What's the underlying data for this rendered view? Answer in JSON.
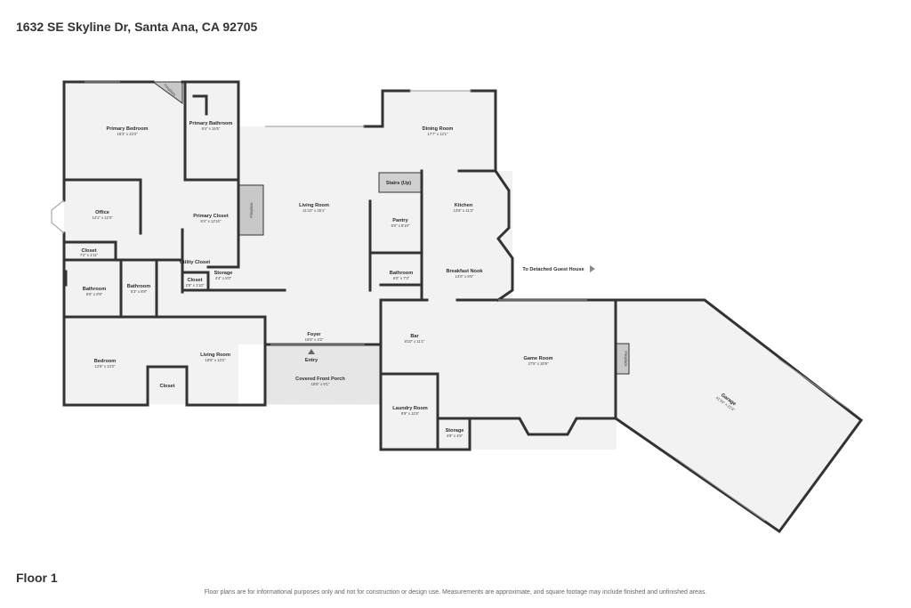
{
  "header": {
    "address": "1632 SE Skyline Dr, Santa Ana, CA 92705"
  },
  "footer": {
    "floor_label": "Floor 1",
    "disclaimer": "Floor plans are for informational purposes only and not for construction or design use. Measurements are approximate, and square footage may include finished and unfinished areas."
  },
  "colors": {
    "wall": "#333333",
    "floor": "#f2f2f2",
    "porch": "#e6e6e6",
    "fireplace": "#c8c8c8"
  },
  "rooms": {
    "primary_bedroom": {
      "name": "Primary Bedroom",
      "dims": "18'3\" x 23'3\""
    },
    "primary_bathroom": {
      "name": "Primary Bathroom",
      "dims": "8'4\" x 15'5\""
    },
    "office": {
      "name": "Office",
      "dims": "14'1\" x 12'3\""
    },
    "primary_closet": {
      "name": "Primary Closet",
      "dims": "8'4\" x 12'10\""
    },
    "closet_office": {
      "name": "Closet",
      "dims": "7'2\" x 1'11\""
    },
    "utility_closet": {
      "name": "Utility Closet",
      "dims": ""
    },
    "closet_small": {
      "name": "Closet",
      "dims": "2'8\" x 1'10\""
    },
    "storage_west": {
      "name": "Storage",
      "dims": "4'4\" x 5'0\""
    },
    "bathroom_west": {
      "name": "Bathroom",
      "dims": "8'6\" x 8'9\""
    },
    "bathroom_mid": {
      "name": "Bathroom",
      "dims": "5'3\" x 8'8\""
    },
    "bedroom": {
      "name": "Bedroom",
      "dims": "12'8\" x 13'2\""
    },
    "living_room_west": {
      "name": "Living Room",
      "dims": "18'8\" x 13'2\""
    },
    "closet_bedroom": {
      "name": "Closet",
      "dims": ""
    },
    "living_room": {
      "name": "Living Room",
      "dims": "21'10\" x 25'1\""
    },
    "foyer": {
      "name": "Foyer",
      "dims": "18'0\" x 4'2\""
    },
    "entry": {
      "name": "Entry",
      "dims": ""
    },
    "porch": {
      "name": "Covered Front Porch",
      "dims": "18'5\" x 9'1\""
    },
    "dining_room": {
      "name": "Dining Room",
      "dims": "17'7\" x 12'1\""
    },
    "stairs": {
      "name": "Stairs (Up)",
      "dims": ""
    },
    "kitchen": {
      "name": "Kitchen",
      "dims": "13'8\" x 11'3\""
    },
    "pantry": {
      "name": "Pantry",
      "dims": "6'0\" x 8'10\""
    },
    "bathroom_east": {
      "name": "Bathroom",
      "dims": "6'0\" x 7'3\""
    },
    "breakfast_nook": {
      "name": "Breakfast Nook",
      "dims": "14'0\" x 8'6\""
    },
    "bar": {
      "name": "Bar",
      "dims": "8'10\" x 11'1\""
    },
    "game_room": {
      "name": "Game Room",
      "dims": "27'5\" x 20'9\""
    },
    "laundry_room": {
      "name": "Laundry Room",
      "dims": "8'9\" x 11'5\""
    },
    "storage_east": {
      "name": "Storage",
      "dims": "4'9\" x 4'5\""
    },
    "garage": {
      "name": "Garage",
      "dims": "41'10\" x 22'4\""
    }
  },
  "fireplaces": {
    "primary_bedroom": "Fireplace",
    "living_room": "Fireplace",
    "garage": "Fireplace"
  },
  "annotations": {
    "guest_house": "To Detached Guest House"
  }
}
